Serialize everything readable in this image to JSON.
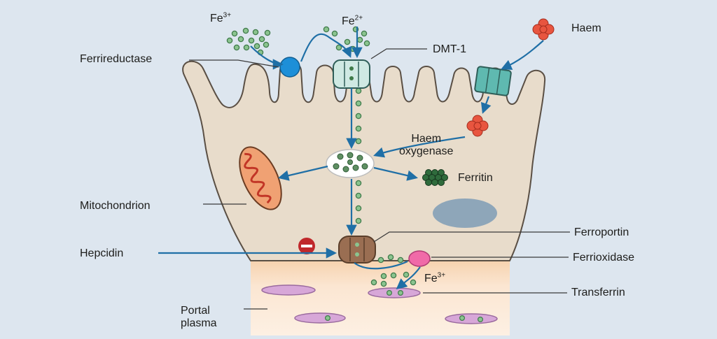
{
  "labels": {
    "fe3_top": {
      "base": "Fe",
      "sup": "3+"
    },
    "fe2_top": {
      "base": "Fe",
      "sup": "2+"
    },
    "haem": "Haem",
    "ferrireductase": "Ferrireductase",
    "dmt1": "DMT-1",
    "haem_oxygenase_line1": "Haem",
    "haem_oxygenase_line2": "oxygenase",
    "ferritin": "Ferritin",
    "mitochondrion": "Mitochondrion",
    "ferroportin": "Ferroportin",
    "hepcidin": "Hepcidin",
    "ferrioxidase": "Ferrioxidase",
    "fe3_bottom": {
      "base": "Fe",
      "sup": "3+"
    },
    "transferrin": "Transferrin",
    "portal_plasma_line1": "Portal",
    "portal_plasma_line2": "plasma"
  },
  "colors": {
    "background": "#dde6ef",
    "cell_fill": "#e8dccb",
    "arrow": "#1f6fa6",
    "iron_dot": "#3f7a4a",
    "haem": "#e8553f",
    "dmt1": "#cfe9e3",
    "haem_transporter": "#5fb9b0",
    "ferrireductase": "#1d8fd8",
    "ferroportin": "#9a6e52",
    "ferrioxidase": "#f06aa8",
    "hepcidin": "#c0282b",
    "mitochondrion": "#f0a173",
    "ferritin": "#2f6b3c",
    "nucleus": "#8ea6b9",
    "transferrin": "#d7a7d8",
    "plasma": "#fbe6d2"
  }
}
